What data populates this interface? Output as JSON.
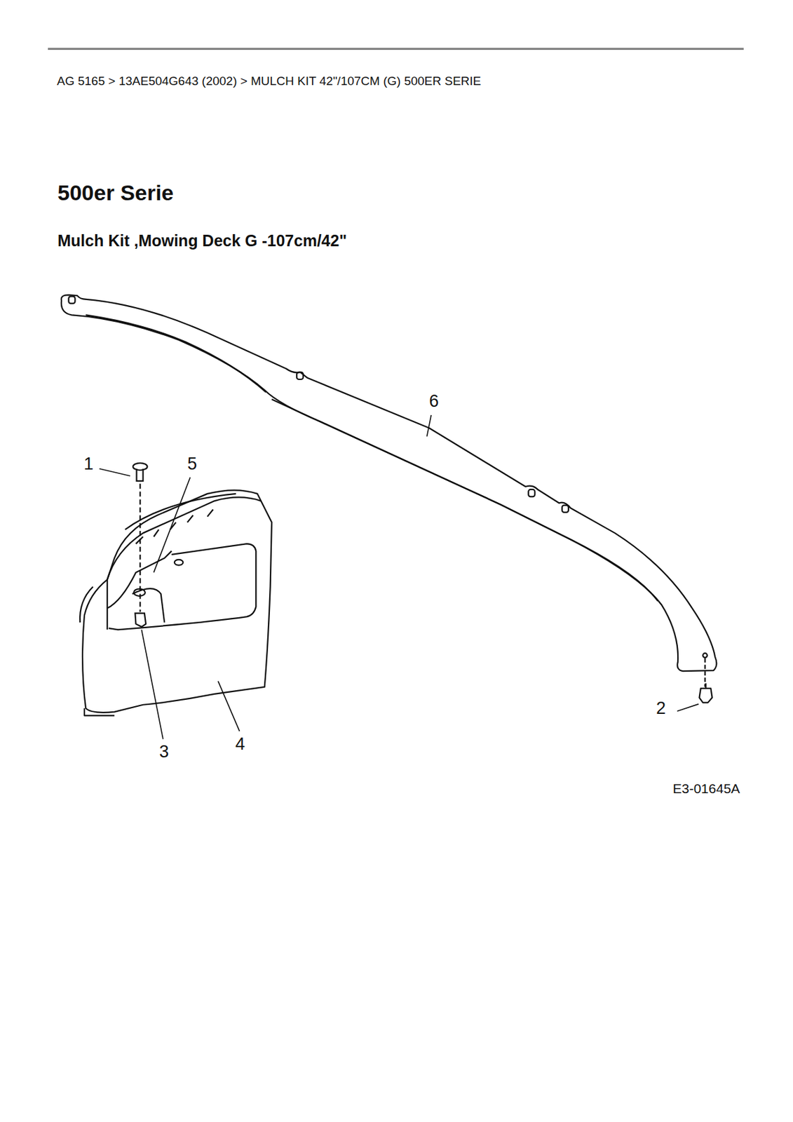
{
  "diagram": {
    "title": "500er Serie",
    "labels": [
      "AG 5165  >  13AE504G643 (2002)  >  MULCH KIT 42\"/107CM (G) 500ER SERIE",
      "Mulch Kit ,Mowing Deck G -107cm/42\"",
      "1",
      "5",
      "6",
      "2",
      "3",
      "4",
      "E3-01645A"
    ]
  }
}
